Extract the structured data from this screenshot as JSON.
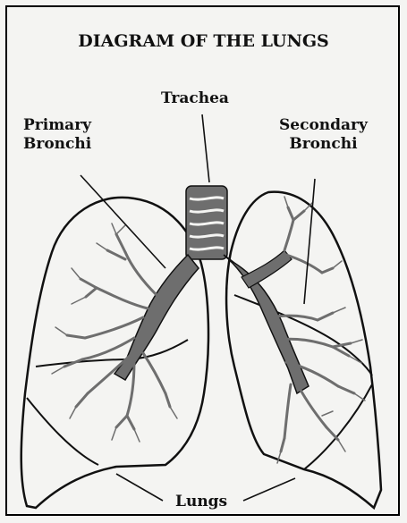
{
  "diagram": {
    "title": "DIAGRAM OF THE LUNGS",
    "labels": {
      "trachea": "Trachea",
      "primary_bronchi_line1": "Primary",
      "primary_bronchi_line2": "Bronchi",
      "secondary_bronchi_line1": "Secondary",
      "secondary_bronchi_line2": "Bronchi",
      "lungs": "Lungs"
    },
    "colors": {
      "airway_fill": "#6e6e6e",
      "outline": "#111111",
      "background": "#f4f4f2"
    }
  }
}
